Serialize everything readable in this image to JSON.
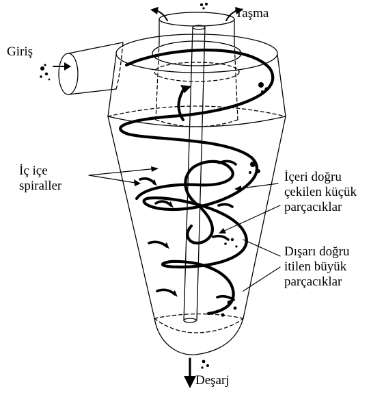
{
  "labels": {
    "overflow": "Taşma",
    "inlet": "Giriş",
    "nested_spirals": [
      "İç içe",
      "spiraller"
    ],
    "inward_small": [
      "İçeri doğru",
      "çekilen küçük",
      "parçacıklar"
    ],
    "outward_large": [
      "Dışarı doğru",
      "itilen büyük",
      "parçacıklar"
    ],
    "discharge": "Deşarj"
  },
  "colors": {
    "ink": "#000000",
    "background": "#ffffff"
  }
}
